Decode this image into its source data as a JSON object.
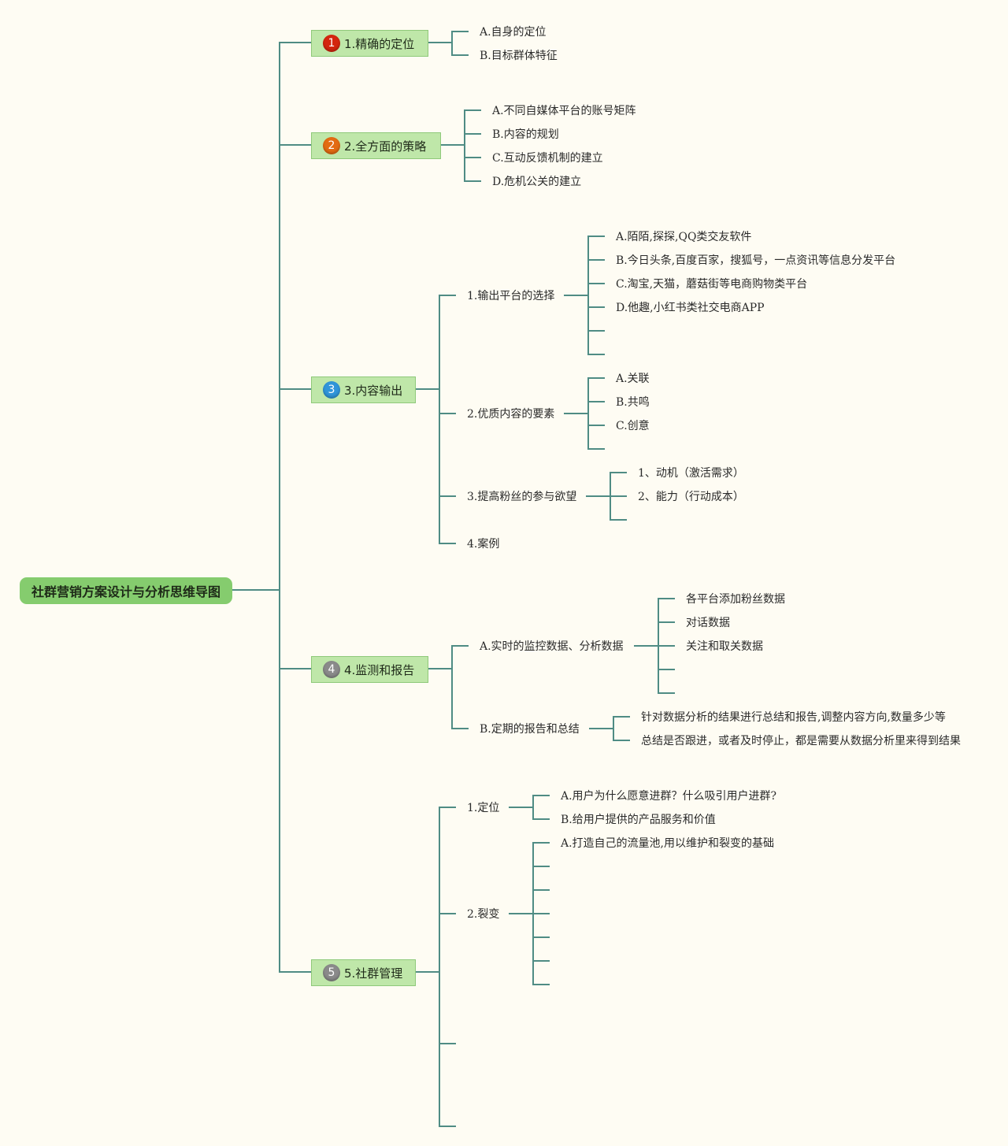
{
  "colors": {
    "background": "#fefcf3",
    "line": "#4f8c84",
    "root_fill": "#85cc6e",
    "topic_fill": "#bfe7a9",
    "badge_1": "#d4260e",
    "badge_2": "#e36b12",
    "badge_3": "#2f95d9",
    "badge_4": "#8a8a8a",
    "badge_5": "#8a8a8a"
  },
  "root": {
    "label": "社群营销方案设计与分析思维导图"
  },
  "branches": [
    {
      "badge": "1",
      "label": "1.精确的定位",
      "children": [
        "A.自身的定位",
        "B.目标群体特征"
      ]
    },
    {
      "badge": "2",
      "label": "2.全方面的策略",
      "children": [
        "A.不同自媒体平台的账号矩阵",
        "B.内容的规划",
        "C.互动反馈机制的建立",
        "D.危机公关的建立"
      ]
    },
    {
      "badge": "3",
      "label": "3.内容输出",
      "children": [
        {
          "label": "1.输出平台的选择",
          "children": [
            "A.陌陌,探探,QQ类交友软件",
            "B.今日头条,百度百家，搜狐号，一点资讯等信息分发平台",
            "C.淘宝,天猫，蘑菇街等电商购物类平台",
            "D.他趣,小红书类社交电商APP",
            "",
            ""
          ]
        },
        {
          "label": "2.优质内容的要素",
          "children": [
            "A.关联",
            "B.共鸣",
            "C.创意",
            ""
          ]
        },
        {
          "label": "3.提高粉丝的参与欲望",
          "children": [
            "1、动机（激活需求）",
            "2、能力（行动成本）",
            ""
          ]
        },
        {
          "label": "4.案例",
          "children": []
        }
      ]
    },
    {
      "badge": "4",
      "label": "4.监测和报告",
      "children": [
        {
          "label": "A.实时的监控数据、分析数据",
          "children": [
            "各平台添加粉丝数据",
            "对话数据",
            "关注和取关数据",
            "",
            ""
          ]
        },
        {
          "label": "B.定期的报告和总结",
          "children": [
            "针对数据分析的结果进行总结和报告,调整内容方向,数量多少等",
            "总结是否跟进，或者及时停止，都是需要从数据分析里来得到结果"
          ]
        }
      ]
    },
    {
      "badge": "5",
      "label": "5.社群管理",
      "children": [
        {
          "label": "1.定位",
          "children": [
            "A.用户为什么愿意进群？什么吸引用户进群?",
            "B.给用户提供的产品服务和价值"
          ]
        },
        {
          "label": "2.裂变",
          "children": [
            "A.打造自己的流量池,用以维护和裂变的基础",
            "",
            "",
            "",
            "",
            "",
            ""
          ]
        },
        {
          "label": "",
          "children": []
        },
        {
          "label": "",
          "children": []
        }
      ]
    }
  ]
}
